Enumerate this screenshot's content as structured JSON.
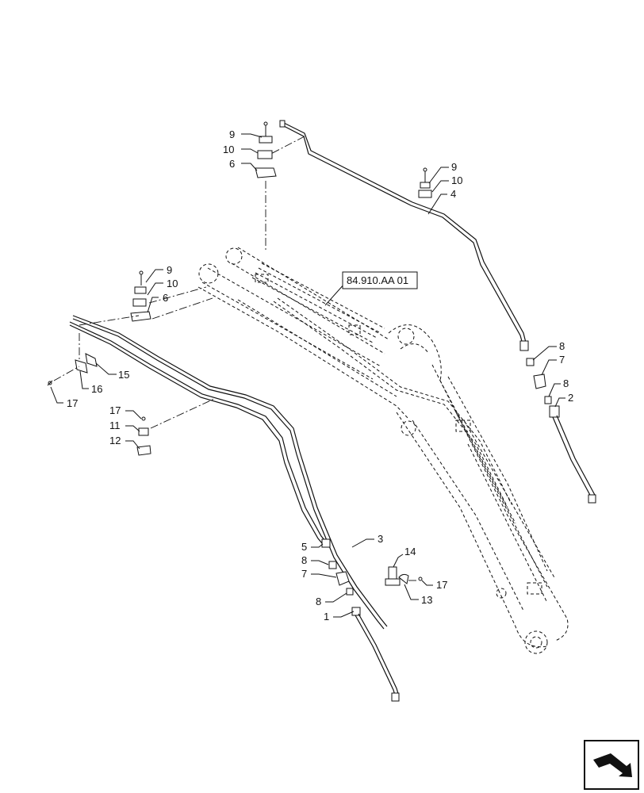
{
  "diagram": {
    "reference_box": "84.910.AA 01",
    "callouts": {
      "c1": "1",
      "c2": "2",
      "c3": "3",
      "c4": "4",
      "c5": "5",
      "c6a": "6",
      "c6b": "6",
      "c7a": "7",
      "c7b": "7",
      "c8a": "8",
      "c8b": "8",
      "c8c": "8",
      "c8d": "8",
      "c9a": "9",
      "c9b": "9",
      "c9c": "9",
      "c10a": "10",
      "c10b": "10",
      "c10c": "10",
      "c11": "11",
      "c12": "12",
      "c13": "13",
      "c14": "14",
      "c15": "15",
      "c16": "16",
      "c17a": "17",
      "c17b": "17",
      "c17c": "17"
    },
    "nav_icon": "next-page-arrow-icon"
  }
}
